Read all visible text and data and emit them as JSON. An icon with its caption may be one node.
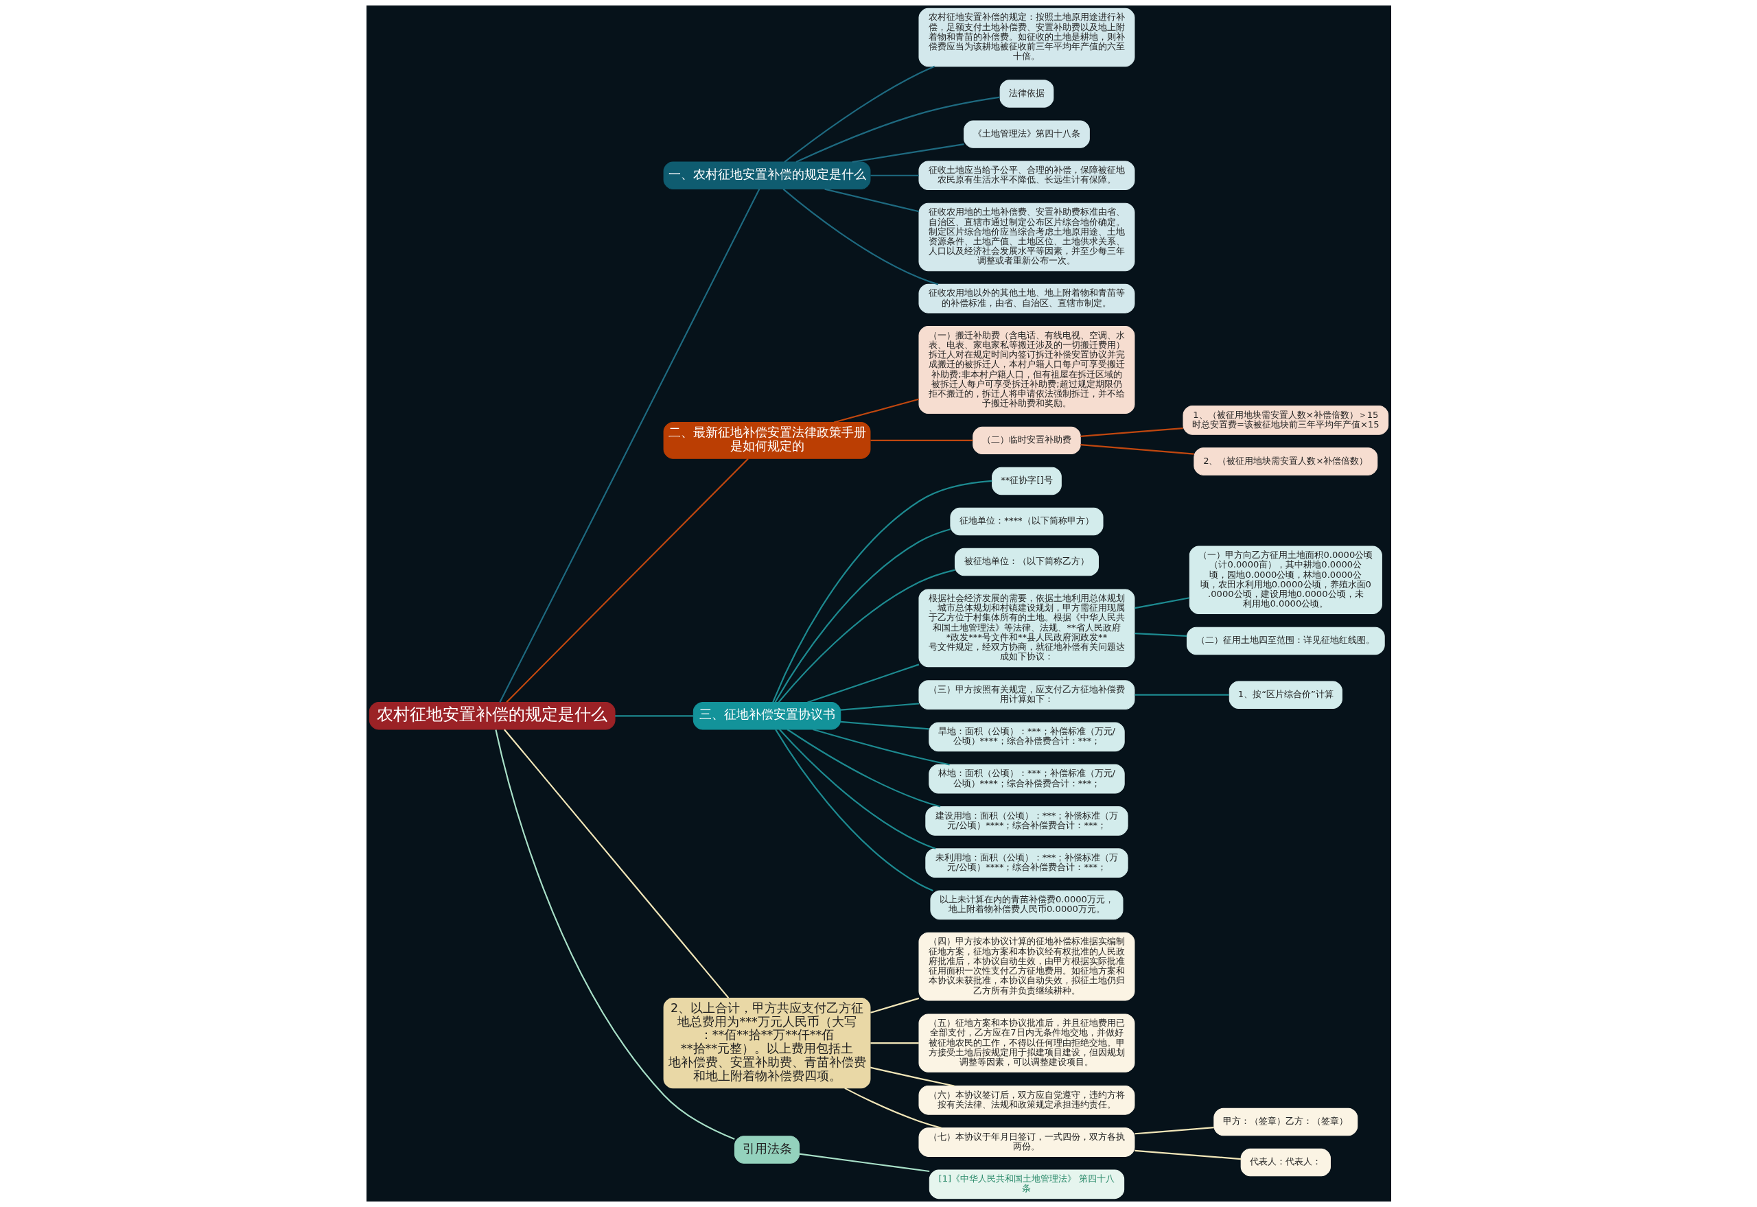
{
  "diagram": {
    "nodes": [
      {
        "text": [
          "农村征地安置补偿的规定是什么"
        ]
      },
      {
        "text": [
          "一、农村征地安置补偿的规定是什么"
        ]
      },
      {
        "text": [
          "农村征地安置补偿的规定：按照土地原用途进行补偿，足额支付土地补偿费、安置补助费以及地上附着物和青苗的补偿费。如征收的土地是耕地，则补偿费应当为该耕地被征收前三年平均年产值的六至十倍。"
        ]
      },
      {
        "text": [
          "法律依据"
        ]
      },
      {
        "text": [
          "《土地管理法》第四十八条"
        ]
      },
      {
        "text": [
          "征收土地应当给予公平、合理的补偿，保障被征地农民原有生活水平不降低、长远生计有保障。"
        ]
      },
      {
        "text": [
          "征收农用地的土地补偿费、安置补助费标准由省、自治区、直辖市通过制定公布区片综合地价确定。制定区片综合地价应当综合考虑土地原用途、土地资源条件、土地产值、土地区位、土地供求关系、人口以及经济社会发展水平等因素，并至少每三年调整或者重新公布一次。"
        ]
      },
      {
        "text": [
          "征收农用地以外的其他土地、地上附着物和青苗等的补偿标准，由省、自治区、直辖市制定。"
        ]
      },
      {
        "text": [
          "二、最新征地补偿安置法律政策手册是如何规定的"
        ]
      },
      {
        "text": [
          "（一）搬迁补助费（含电话、有线电视、空调、水表、电表、家电家私等搬迁涉及的一切搬迁费用）拆迁人对在规定时间内签订拆迁补偿安置协议并完成搬迁的被拆迁人，本村户籍人口每户可享受搬迁补助费;非本村户籍人口，但有祖屋在拆迁区域的被拆迁人每户可享受拆迁补助费;超过规定期限仍拒不搬迁的，拆迁人将申请依法强制拆迁，并不给予搬迁补助费和奖励。"
        ]
      },
      {
        "text": [
          "（二）临时安置补助费"
        ]
      },
      {
        "text": [
          "1、（被征用地块需安置人数×补偿倍数）＞15时总安置费=该被征地块前三年平均年产值×15"
        ]
      },
      {
        "text": [
          "2、（被征用地块需安置人数×补偿倍数）"
        ]
      },
      {
        "text": [
          "三、征地补偿安置协议书"
        ]
      },
      {
        "text": [
          "**征协字[]号"
        ]
      },
      {
        "text": [
          "征地单位：****（以下简称甲方）"
        ]
      },
      {
        "text": [
          "被征地单位：（以下简称乙方）"
        ]
      },
      {
        "text": [
          "根据社会经济发展的需要，依据土地利用总体规划、城市总体规划和村镇建设规划，甲方需征用现属于乙方位于村集体所有的土地。根据《中华人民共和国土地管理法》等法律、法规、**省人民政府*政发***号文件和**县人民政府洞政发**号文件规定，经双方协商，就征地补偿有关问题达成如下协议："
        ]
      },
      {
        "text": [
          "（一）甲方向乙方征用土地面积0.0000公顷（计0.0000亩），其中耕地0.0000公顷，园地0.0000公顷，林地0.0000公顷，农田水利用地0.0000公顷，养殖水面0.0000公顷，建设用地0.0000公顷，未利用地0.0000公顷。"
        ]
      },
      {
        "text": [
          "（二）征用土地四至范围：详见征地红线图。"
        ]
      },
      {
        "text": [
          "（三）甲方按照有关规定，应支付乙方征地补偿费用计算如下："
        ]
      },
      {
        "text": [
          "1、按“区片综合价”计算"
        ]
      },
      {
        "text": [
          "旱地：面积（公顷）：***；补偿标准（万元/公顷）****；综合补偿费合计：***；"
        ]
      },
      {
        "text": [
          "林地：面积（公顷）：***；补偿标准（万元/公顷）****；综合补偿费合计：***；"
        ]
      },
      {
        "text": [
          "建设用地：面积（公顷）：***；补偿标准（万元/公顷）****；综合补偿费合计：***；"
        ]
      },
      {
        "text": [
          "未利用地：面积（公顷）：***；补偿标准（万元/公顷）****；综合补偿费合计：***；"
        ]
      },
      {
        "text": [
          "以上未计算在内的青苗补偿费0.0000万元，地上附着物补偿费人民币0.0000万元。"
        ]
      },
      {
        "text": [
          "2、以上合计，甲方共应支付乙方征地总费用为***万元人民币（大写：**佰**拾**万**仟**佰**拾**元整）。以上费用包括土地补偿费、安置补助费、青苗补偿费和地上附着物补偿费四项。"
        ]
      },
      {
        "text": [
          "（四）甲方按本协议计算的征地补偿标准据实编制征地方案，征地方案和本协议经有权批准的人民政府批准后，本协议自动生效，由甲方根据实际批准征用面积一次性支付乙方征地费用。如征地方案和本协议未获批准，本协议自动失效，拟征土地仍归乙方所有并负责继续耕种。"
        ]
      },
      {
        "text": [
          "（五）征地方案和本协议批准后，并且征地费用已全部支付，乙方应在7日内无条件地交地，并做好被征地农民的工作，不得以任何理由拒绝交地。甲方接受土地后按规定用于拟建项目建设，但因规划调整等因素，可以调整建设项目。"
        ]
      },
      {
        "text": [
          "（六）本协议签订后，双方应自觉遵守，违约方将按有关法律、法规和政策规定承担违约责任。"
        ]
      },
      {
        "text": [
          "（七）本协议于年月日签订，一式四份，双方各执两份。"
        ]
      },
      {
        "text": [
          "甲方：（签章）乙方：（签章）"
        ]
      },
      {
        "text": [
          "代表人：代表人："
        ]
      },
      {
        "text": [
          "引用法条"
        ]
      },
      {
        "text": [
          "[1]《中华人民共和国土地管理法》 第四十八条"
        ]
      }
    ],
    "edges": [
      {
        "from": 0,
        "to": 1,
        "arrow": "none",
        "color": "#1e6a80"
      },
      {
        "from": 1,
        "to": 2,
        "arrow": "none",
        "color": "#1e6a80"
      },
      {
        "from": 1,
        "to": 3,
        "arrow": "none",
        "color": "#1e6a80"
      },
      {
        "from": 1,
        "to": 4,
        "arrow": "none",
        "color": "#1e6a80"
      },
      {
        "from": 1,
        "to": 5,
        "arrow": "none",
        "color": "#1e6a80"
      },
      {
        "from": 1,
        "to": 6,
        "arrow": "none",
        "color": "#1e6a80"
      },
      {
        "from": 1,
        "to": 7,
        "arrow": "none",
        "color": "#1e6a80"
      },
      {
        "from": 0,
        "to": 8,
        "arrow": "none",
        "color": "#c0470f"
      },
      {
        "from": 8,
        "to": 9,
        "arrow": "none",
        "color": "#c0470f"
      },
      {
        "from": 8,
        "to": 10,
        "arrow": "none",
        "color": "#c0470f"
      },
      {
        "from": 10,
        "to": 11,
        "arrow": "none",
        "color": "#c0470f"
      },
      {
        "from": 10,
        "to": 12,
        "arrow": "none",
        "color": "#c0470f"
      },
      {
        "from": 0,
        "to": 13,
        "arrow": "none"
      },
      {
        "from": 13,
        "to": 14,
        "arrow": "none"
      },
      {
        "from": 13,
        "to": 15,
        "arrow": "none"
      },
      {
        "from": 13,
        "to": 16,
        "arrow": "none"
      },
      {
        "from": 13,
        "to": 17,
        "arrow": "none"
      },
      {
        "from": 17,
        "to": 18,
        "arrow": "none"
      },
      {
        "from": 17,
        "to": 19,
        "arrow": "none"
      },
      {
        "from": 13,
        "to": 20,
        "arrow": "none"
      },
      {
        "from": 20,
        "to": 21,
        "arrow": "none"
      },
      {
        "from": 13,
        "to": 22,
        "arrow": "none"
      },
      {
        "from": 13,
        "to": 23,
        "arrow": "none"
      },
      {
        "from": 13,
        "to": 24,
        "arrow": "none"
      },
      {
        "from": 13,
        "to": 25,
        "arrow": "none"
      },
      {
        "from": 13,
        "to": 26,
        "arrow": "none"
      },
      {
        "from": 0,
        "to": 27,
        "arrow": "none",
        "color": "#f1e6b8"
      },
      {
        "from": 27,
        "to": 28,
        "arrow": "none",
        "color": "#f1e6b8"
      },
      {
        "from": 27,
        "to": 29,
        "arrow": "none",
        "color": "#f1e6b8"
      },
      {
        "from": 27,
        "to": 30,
        "arrow": "none",
        "color": "#f1e6b8"
      },
      {
        "from": 27,
        "to": 31,
        "arrow": "none",
        "color": "#f1e6b8"
      },
      {
        "from": 31,
        "to": 32,
        "arrow": "none",
        "color": "#f1e6b8"
      },
      {
        "from": 31,
        "to": 33,
        "arrow": "none",
        "color": "#f1e6b8"
      },
      {
        "from": 0,
        "to": 34,
        "arrow": "none",
        "color": "#a8e0c8"
      },
      {
        "from": 34,
        "to": 35,
        "arrow": "none",
        "color": "#a8e0c8"
      }
    ]
  }
}
